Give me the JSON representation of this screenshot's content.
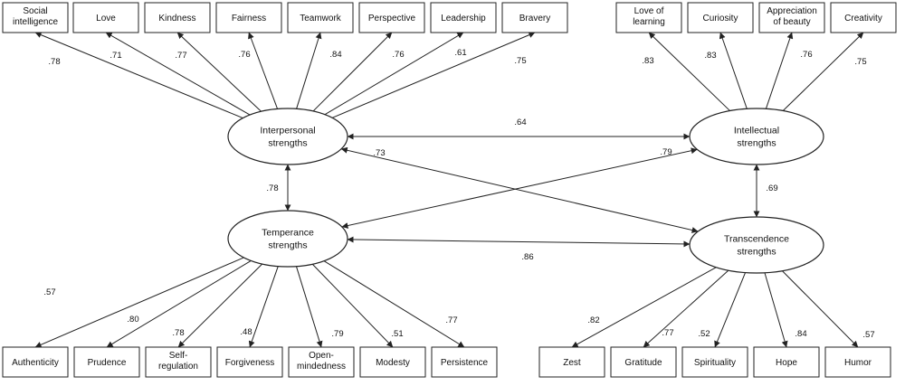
{
  "latent": {
    "interpersonal": [
      "Interpersonal",
      "strengths"
    ],
    "intellectual": [
      "Intellectual",
      "strengths"
    ],
    "temperance": [
      "Temperance",
      "strengths"
    ],
    "transcendence": [
      "Transcendence",
      "strengths"
    ]
  },
  "indicators": {
    "social_intelligence": [
      "Social",
      "intelligence"
    ],
    "love": [
      "Love"
    ],
    "kindness": [
      "Kindness"
    ],
    "fairness": [
      "Fairness"
    ],
    "teamwork": [
      "Teamwork"
    ],
    "perspective": [
      "Perspective"
    ],
    "leadership": [
      "Leadership"
    ],
    "bravery": [
      "Bravery"
    ],
    "love_of_learning": [
      "Love of",
      "learning"
    ],
    "curiosity": [
      "Curiosity"
    ],
    "appreciation_of_beauty": [
      "Appreciation",
      "of beauty"
    ],
    "creativity": [
      "Creativity"
    ],
    "authenticity": [
      "Authenticity"
    ],
    "prudence": [
      "Prudence"
    ],
    "self_regulation": [
      "Self-",
      "regulation"
    ],
    "forgiveness": [
      "Forgiveness"
    ],
    "open_mindedness": [
      "Open-",
      "mindedness"
    ],
    "modesty": [
      "Modesty"
    ],
    "persistence": [
      "Persistence"
    ],
    "zest": [
      "Zest"
    ],
    "gratitude": [
      "Gratitude"
    ],
    "spirituality": [
      "Spirituality"
    ],
    "hope": [
      "Hope"
    ],
    "humor": [
      "Humor"
    ]
  },
  "loadings": {
    "social_intelligence": ".78",
    "love": ".71",
    "kindness": ".77",
    "fairness": ".76",
    "teamwork": ".84",
    "perspective": ".76",
    "leadership": ".61",
    "bravery": ".75",
    "love_of_learning": ".83",
    "curiosity": ".83",
    "appreciation_of_beauty": ".76",
    "creativity": ".75",
    "authenticity": ".57",
    "prudence": ".80",
    "self_regulation": ".78",
    "forgiveness": ".48",
    "open_mindedness": ".79",
    "modesty": ".51",
    "persistence": ".77",
    "zest": ".82",
    "gratitude": ".77",
    "spirituality": ".52",
    "hope": ".84",
    "humor": ".57"
  },
  "correlations": {
    "interpersonal_intellectual": ".64",
    "interpersonal_transcendence": ".73",
    "temperance_intellectual": ".79",
    "interpersonal_temperance": ".78",
    "intellectual_transcendence": ".69",
    "temperance_transcendence": ".86"
  }
}
